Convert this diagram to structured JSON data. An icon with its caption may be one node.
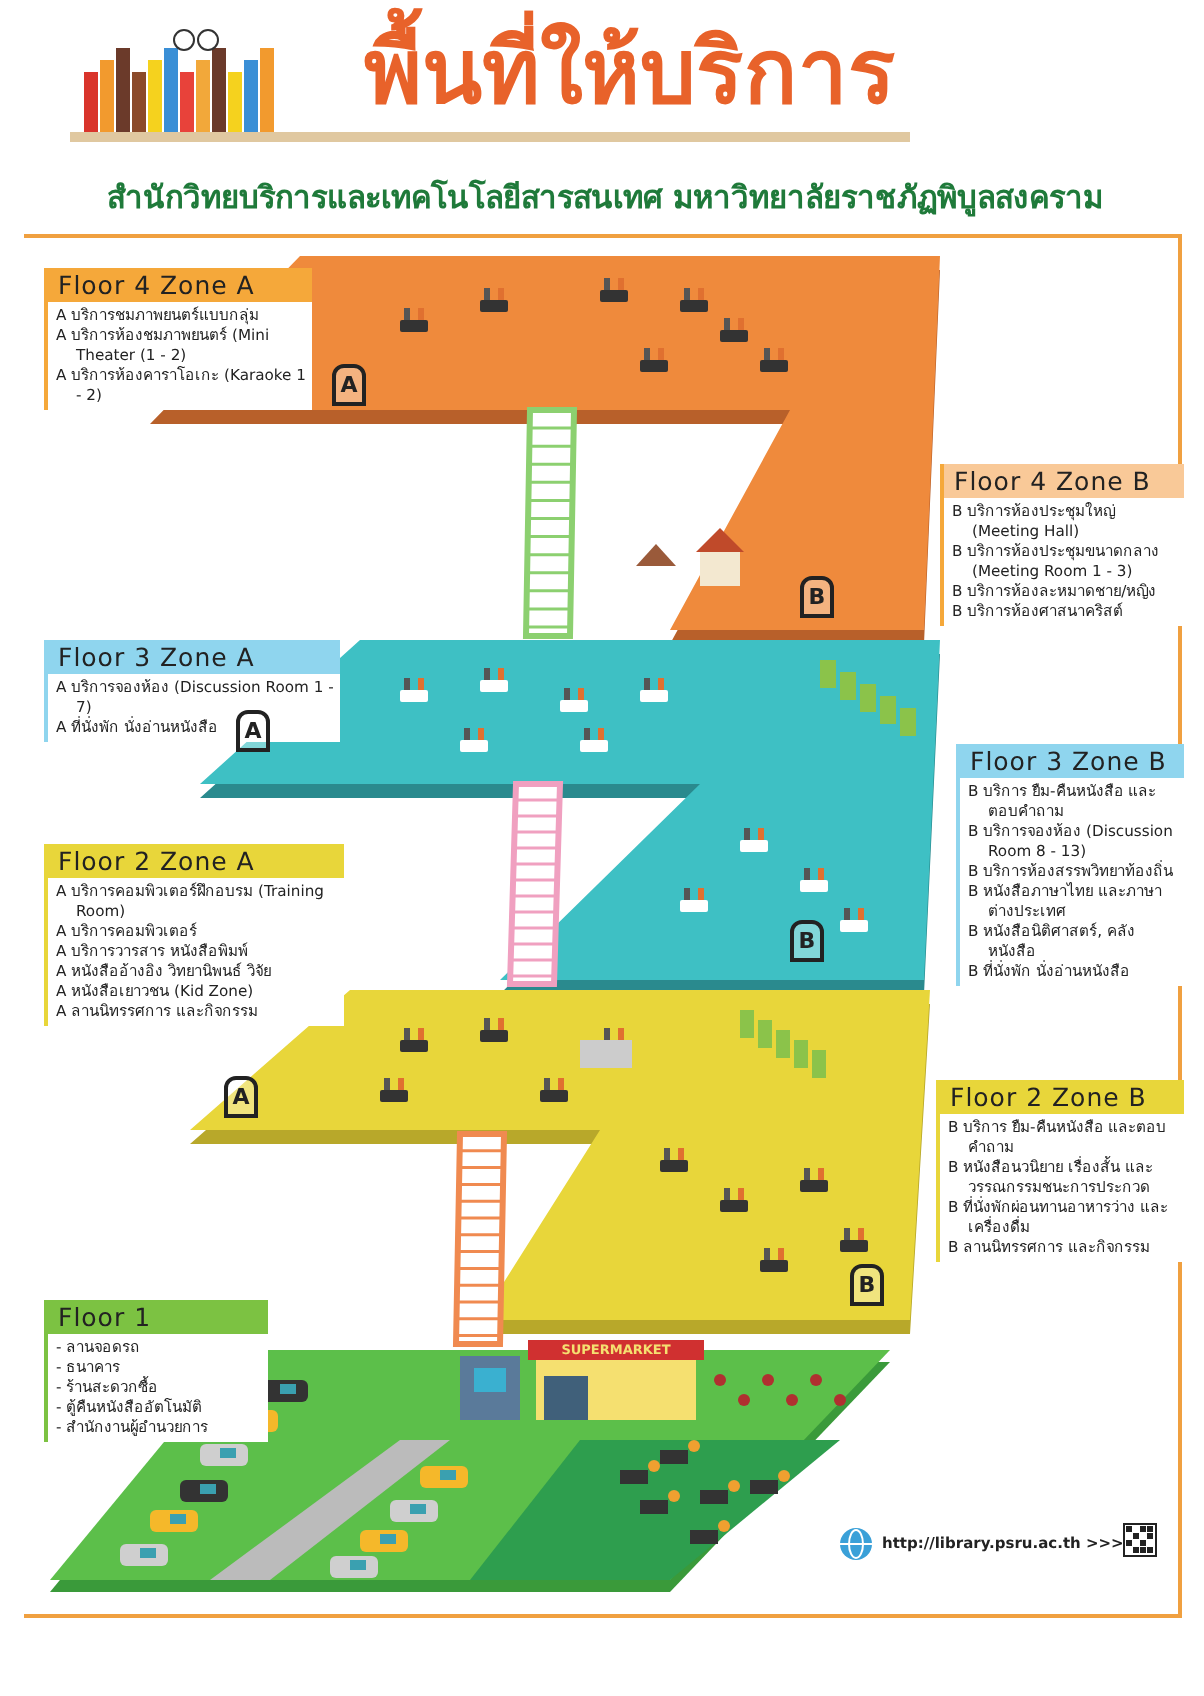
{
  "diagram": {
    "title": "พื้นที่ให้บริการ",
    "nodes": [
      {
        "text": [
          "Floor 4 Zone A",
          "A บริการชมภาพยนตร์แบบกลุ่ม",
          "A บริการห้องชมภาพยนตร์ (Mini Theater (1 - 2)",
          "A บริการห้องคาราโอเกะ (Karaoke 1 - 2)"
        ]
      },
      {
        "text": [
          "Floor 4 Zone B",
          "B บริการห้องประชุมใหญ่ (Meeting Hall)",
          "B บริการห้องประชุมขนาดกลาง (Meeting Room 1 - 3)",
          "B บริการห้องละหมาดชาย/หญิง",
          "B บริการห้องศาสนาคริสต์"
        ]
      },
      {
        "text": [
          "Floor 3 Zone A",
          "A บริการจองห้อง (Discussion Room 1 - 7)",
          "A ที่นั่งพัก นั่งอ่านหนังสือ"
        ]
      },
      {
        "text": [
          "Floor 3 Zone B",
          "B บริการ ยืม-คืนหนังสือ และตอบคำถาม",
          "B บริการจองห้อง (Discussion Room 8 - 13)",
          "B บริการห้องสรรพวิทยาท้องถิ่น",
          "B หนังสือภาษาไทย และภาษาต่างประเทศ",
          "B หนังสือนิติศาสตร์, คลังหนังสือ",
          "B ที่นั่งพัก นั่งอ่านหนังสือ"
        ]
      },
      {
        "text": [
          "Floor 2 Zone A",
          "A บริการคอมพิวเตอร์ฝึกอบรม (Training Room)",
          "A บริการคอมพิวเตอร์",
          "A บริการวารสาร หนังสือพิมพ์",
          "A หนังสืออ้างอิง วิทยานิพนธ์ วิจัย",
          "A หนังสือเยาวชน (Kid Zone)",
          "A ลานนิทรรศการ และกิจกรรม"
        ]
      },
      {
        "text": [
          "Floor 2 Zone B",
          "B บริการ ยืม-คืนหนังสือ และตอบคำถาม",
          "B หนังสือนวนิยาย เรื่องสั้น และวรรณกรรมชนะการประกวด",
          "B ที่นั่งพักผ่อนทานอาหารว่าง และเครื่องดื่ม",
          "B ลานนิทรรศการ และกิจกรรม"
        ]
      },
      {
        "text": [
          "Floor 1",
          "- ลานจอดรถ",
          "- ธนาคาร",
          "- ร้านสะดวกซื้อ",
          "- ตู้คืนหนังสืออัตโนมัติ",
          "- สำนักงานผู้อำนวยการ"
        ]
      }
    ],
    "labels": [
      "สำนักวิทยบริการและเทคโนโลยีสารสนเทศ มหาวิทยาลัยราชภัฏพิบูลสงคราม",
      "A",
      "B",
      "A",
      "B",
      "A",
      "B",
      "SUPERMARKET",
      "http://library.psru.ac.th >>>"
    ]
  }
}
